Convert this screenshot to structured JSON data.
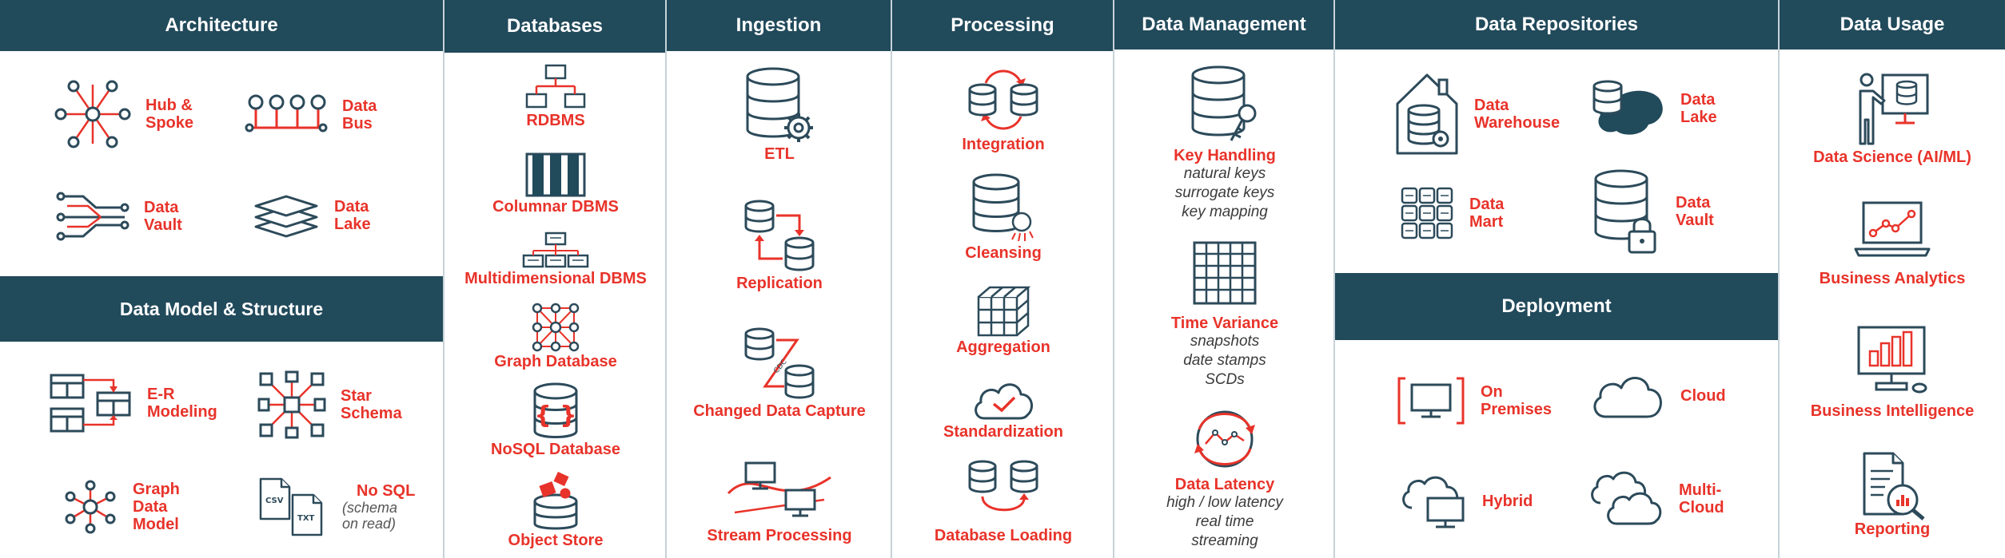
{
  "palette": {
    "header": "#214a5b",
    "label": "#e8332a",
    "ink": "#2c4a5a"
  },
  "architecture": {
    "title": "Architecture",
    "items": [
      {
        "label": "Hub &\nSpoke",
        "icon": "hub-spoke-icon"
      },
      {
        "label": "Data\nBus",
        "icon": "data-bus-icon"
      },
      {
        "label": "Data\nVault",
        "icon": "data-vault-icon"
      },
      {
        "label": "Data\nLake",
        "icon": "layers-icon"
      }
    ]
  },
  "data_model": {
    "title": "Data Model & Structure",
    "items": [
      {
        "label": "E-R\nModeling",
        "icon": "er-model-icon"
      },
      {
        "label": "Star\nSchema",
        "icon": "star-schema-icon"
      },
      {
        "label": "Graph\nData\nModel",
        "icon": "graph-model-icon"
      },
      {
        "label": "No SQL",
        "note": "(schema\non read)",
        "icon": "csv-txt-files-icon"
      }
    ]
  },
  "databases": {
    "title": "Databases",
    "items": [
      {
        "label": "RDBMS",
        "icon": "relational-tables-icon"
      },
      {
        "label": "Columnar DBMS",
        "icon": "columns-icon"
      },
      {
        "label": "Multidimensional DBMS",
        "icon": "multidimensional-icon"
      },
      {
        "label": "Graph Database",
        "icon": "graph-network-icon"
      },
      {
        "label": "NoSQL Database",
        "icon": "nosql-database-icon"
      },
      {
        "label": "Object Store",
        "icon": "object-store-icon"
      }
    ]
  },
  "ingestion": {
    "title": "Ingestion",
    "items": [
      {
        "label": "ETL",
        "icon": "database-gear-icon"
      },
      {
        "label": "Replication",
        "icon": "replication-icon"
      },
      {
        "label": "Changed Data Capture",
        "icon": "cdc-icon",
        "badge": "CDC"
      },
      {
        "label": "Stream Processing",
        "icon": "stream-processing-icon"
      }
    ]
  },
  "processing": {
    "title": "Processing",
    "items": [
      {
        "label": "Integration",
        "icon": "integration-icon"
      },
      {
        "label": "Cleansing",
        "icon": "cleansing-icon"
      },
      {
        "label": "Aggregation",
        "icon": "aggregation-cubes-icon"
      },
      {
        "label": "Standardization",
        "icon": "cloud-check-icon"
      },
      {
        "label": "Database Loading",
        "icon": "database-loading-icon"
      }
    ]
  },
  "data_management": {
    "title": "Data Management",
    "items": [
      {
        "label": "Key Handling",
        "icon": "database-key-icon",
        "details": [
          "natural keys",
          "surrogate keys",
          "key mapping"
        ]
      },
      {
        "label": "Time Variance",
        "icon": "calendar-grid-icon",
        "details": [
          "snapshots",
          "date stamps",
          "SCDs"
        ]
      },
      {
        "label": "Data Latency",
        "icon": "latency-gauge-icon",
        "details": [
          "high / low latency",
          "real time",
          "streaming"
        ]
      }
    ]
  },
  "data_repositories": {
    "title": "Data Repositories",
    "items": [
      {
        "label": "Data\nWarehouse",
        "icon": "warehouse-icon"
      },
      {
        "label": "Data\nLake",
        "icon": "database-lake-icon"
      },
      {
        "label": "Data\nMart",
        "icon": "data-mart-grid-icon"
      },
      {
        "label": "Data\nVault",
        "icon": "database-lock-icon"
      }
    ]
  },
  "deployment": {
    "title": "Deployment",
    "items": [
      {
        "label": "On\nPremises",
        "icon": "monitor-bracket-icon"
      },
      {
        "label": "Cloud",
        "icon": "cloud-icon"
      },
      {
        "label": "Hybrid",
        "icon": "cloud-monitor-icon"
      },
      {
        "label": "Multi-\nCloud",
        "icon": "multi-cloud-icon"
      }
    ]
  },
  "data_usage": {
    "title": "Data Usage",
    "items": [
      {
        "label": "Data Science (AI/ML)",
        "icon": "presenter-icon"
      },
      {
        "label": "Business Analytics",
        "icon": "laptop-chart-icon"
      },
      {
        "label": "Business Intelligence",
        "icon": "monitor-bars-icon"
      },
      {
        "label": "Reporting",
        "icon": "report-magnifier-icon"
      }
    ]
  }
}
